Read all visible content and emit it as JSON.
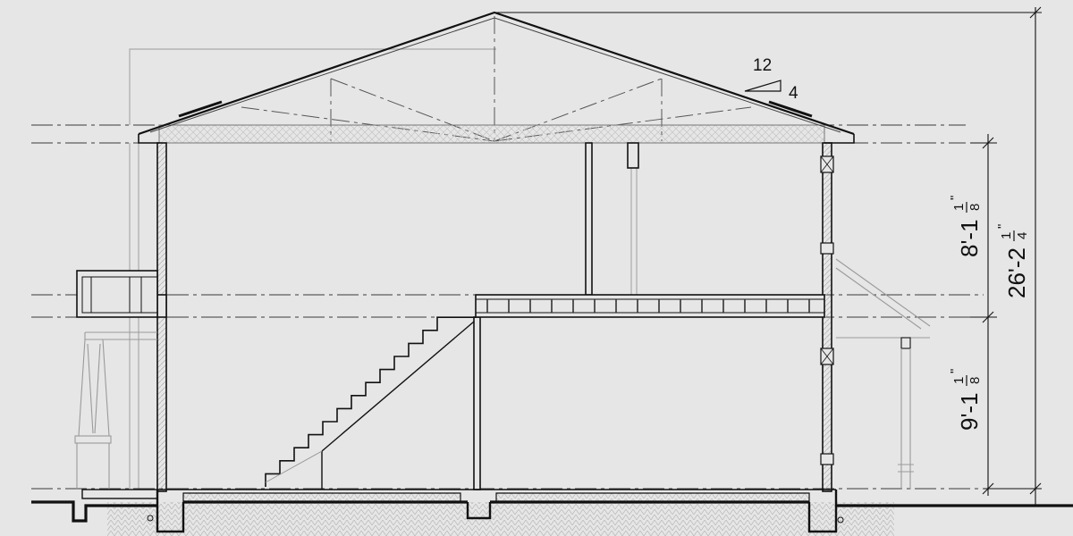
{
  "drawing": {
    "roof_pitch": {
      "run": "12",
      "rise": "4"
    },
    "dimensions": {
      "upper_floor": {
        "feet": "8'-1",
        "numerator": "1",
        "denominator": "8",
        "inch_mark": "\""
      },
      "overall": {
        "feet": "26'-2",
        "numerator": "1",
        "denominator": "4",
        "inch_mark": "\""
      },
      "lower_floor": {
        "feet": "9'-1",
        "numerator": "1",
        "denominator": "8",
        "inch_mark": "\""
      }
    }
  },
  "colors": {
    "background": "#e6e6e6",
    "line_heavy": "#111111",
    "line_light": "#9a9a9a",
    "hatch": "#b8b8b8"
  }
}
